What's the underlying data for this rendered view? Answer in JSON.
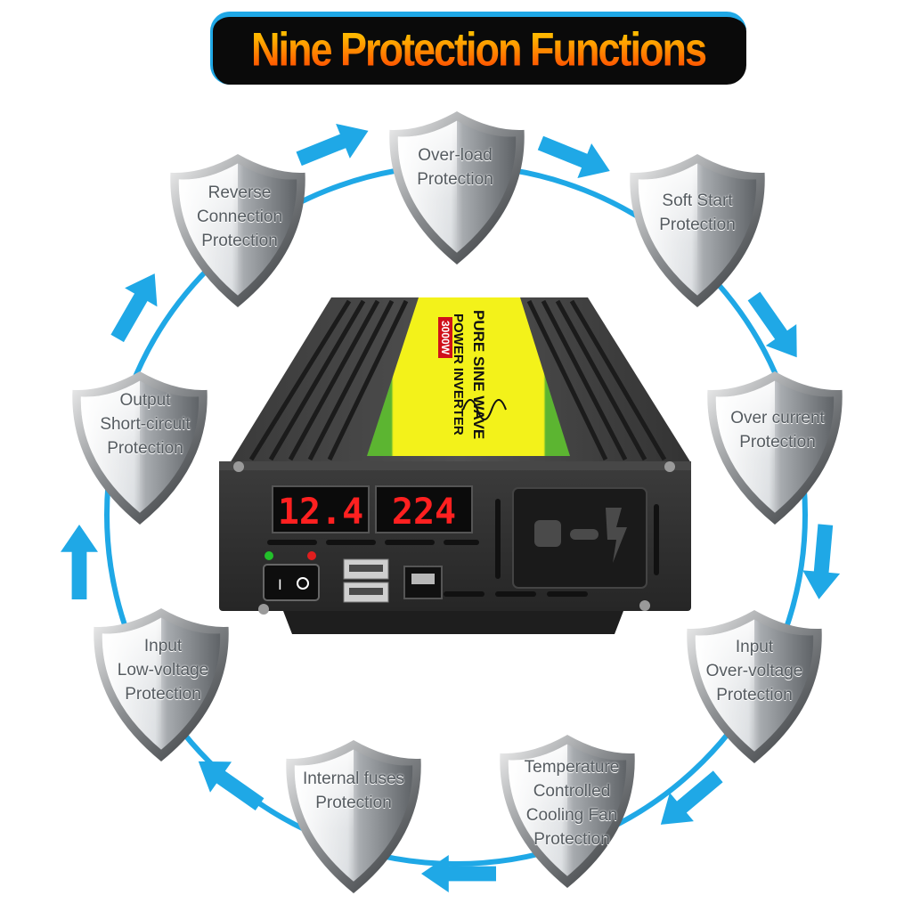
{
  "title": "Nine Protection Functions",
  "shields": [
    {
      "id": "over-load",
      "line1": "Over-load",
      "line2": "Protection",
      "line3": "",
      "line4": ""
    },
    {
      "id": "soft-start",
      "line1": "Soft Start",
      "line2": "Protection",
      "line3": "",
      "line4": ""
    },
    {
      "id": "over-current",
      "line1": "Over current",
      "line2": "Protection",
      "line3": "",
      "line4": ""
    },
    {
      "id": "input-over-voltage",
      "line1": "Input",
      "line2": "Over-voltage",
      "line3": "Protection",
      "line4": ""
    },
    {
      "id": "temperature-fan",
      "line1": "Temperature",
      "line2": "Controlled",
      "line3": "Cooling Fan",
      "line4": "Protection"
    },
    {
      "id": "internal-fuses",
      "line1": "Internal fuses",
      "line2": "Protection",
      "line3": "",
      "line4": ""
    },
    {
      "id": "input-low-voltage",
      "line1": "Input",
      "line2": "Low-voltage",
      "line3": "Protection",
      "line4": ""
    },
    {
      "id": "output-short-circuit",
      "line1": "Output",
      "line2": "Short-circuit",
      "line3": "Protection",
      "line4": ""
    },
    {
      "id": "reverse-connection",
      "line1": "Reverse",
      "line2": "Connection",
      "line3": "Protection",
      "line4": ""
    }
  ],
  "device": {
    "display_voltage": "12.4",
    "display_ac": "224",
    "label_line1": "PURE SINE WAVE",
    "label_line2": "POWER INVERTER",
    "label_badge": "3000W"
  },
  "colors": {
    "accent_blue": "#1fa8e6",
    "title_gradient_top": "#ffe100",
    "title_gradient_bottom": "#ff2a00",
    "banner_bg": "#0a0a0a",
    "label_yellow": "#f3f21a",
    "label_green": "#5cb531",
    "display_red": "#ff2020"
  }
}
